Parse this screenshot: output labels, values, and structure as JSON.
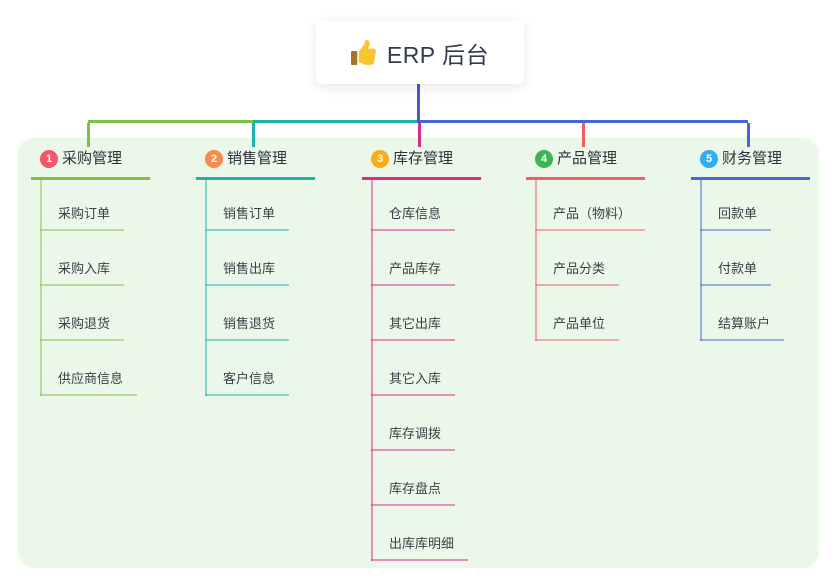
{
  "root": {
    "label": "ERP 后台",
    "icon": "thumbs-up-icon",
    "icon_hand_color": "#f8c430",
    "icon_cuff_color": "#a8712c",
    "connector_color": "#4f55cd"
  },
  "panel": {
    "bg_color": "#ebf7e8"
  },
  "branches": [
    {
      "badge_num": "1",
      "badge_color": "#f2566b",
      "line_color": "#7cc142",
      "label": "采购管理",
      "children": [
        "采购订单",
        "采购入库",
        "采购退货",
        "供应商信息"
      ]
    },
    {
      "badge_num": "2",
      "badge_color": "#f98a4b",
      "line_color": "#1db3ac",
      "label": "销售管理",
      "children": [
        "销售订单",
        "销售出库",
        "销售退货",
        "客户信息"
      ]
    },
    {
      "badge_num": "3",
      "badge_color": "#f8ad1b",
      "line_color": "#da2b8d",
      "label": "库存管理",
      "children": [
        "仓库信息",
        "产品库存",
        "其它出库",
        "其它入库",
        "库存调拨",
        "库存盘点",
        "出库库明细"
      ]
    },
    {
      "badge_num": "4",
      "badge_color": "#3db455",
      "line_color": "#f15f5f",
      "label": "产品管理",
      "children": [
        "产品（物料）",
        "产品分类",
        "产品单位"
      ]
    },
    {
      "badge_num": "5",
      "badge_color": "#33aef2",
      "line_color": "#4667d8",
      "label": "财务管理",
      "children": [
        "回款单",
        "付款单",
        "结算账户"
      ]
    }
  ]
}
